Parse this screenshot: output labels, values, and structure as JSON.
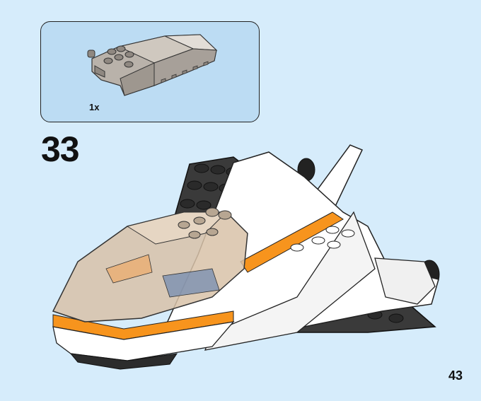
{
  "callout": {
    "quantity": "1x",
    "part_name": "windscreen-part"
  },
  "step": {
    "number": "33"
  },
  "page": {
    "number": "43"
  },
  "colors": {
    "background": "#d6ecfb",
    "callout_background": "#bcdcf3",
    "accent_orange": "#f7941d",
    "trans_clear": "#c7b9a8",
    "dark_grey": "#3a3a3a"
  }
}
